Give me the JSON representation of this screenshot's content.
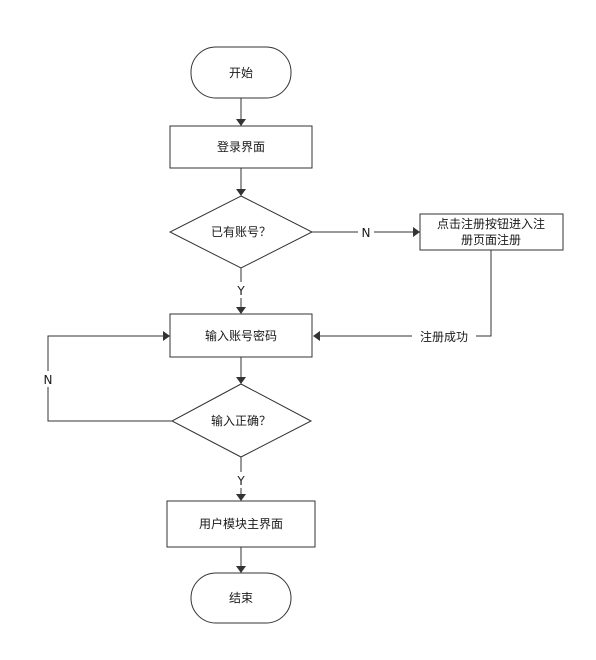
{
  "flowchart": {
    "start_label": "开始",
    "login_page_label": "登录界面",
    "has_account_label": "已有账号？",
    "register_label_line1": "点击注册按钮进入注",
    "register_label_line2": "册页面注册",
    "input_credentials_label": "输入账号密码",
    "correct_input_label": "输入正确？",
    "user_main_label": "用户模块主界面",
    "end_label": "结束",
    "edge_yes_account": "Y",
    "edge_no_account": "N",
    "edge_register_success": "注册成功",
    "edge_yes_correct": "Y",
    "edge_no_correct": "N"
  }
}
